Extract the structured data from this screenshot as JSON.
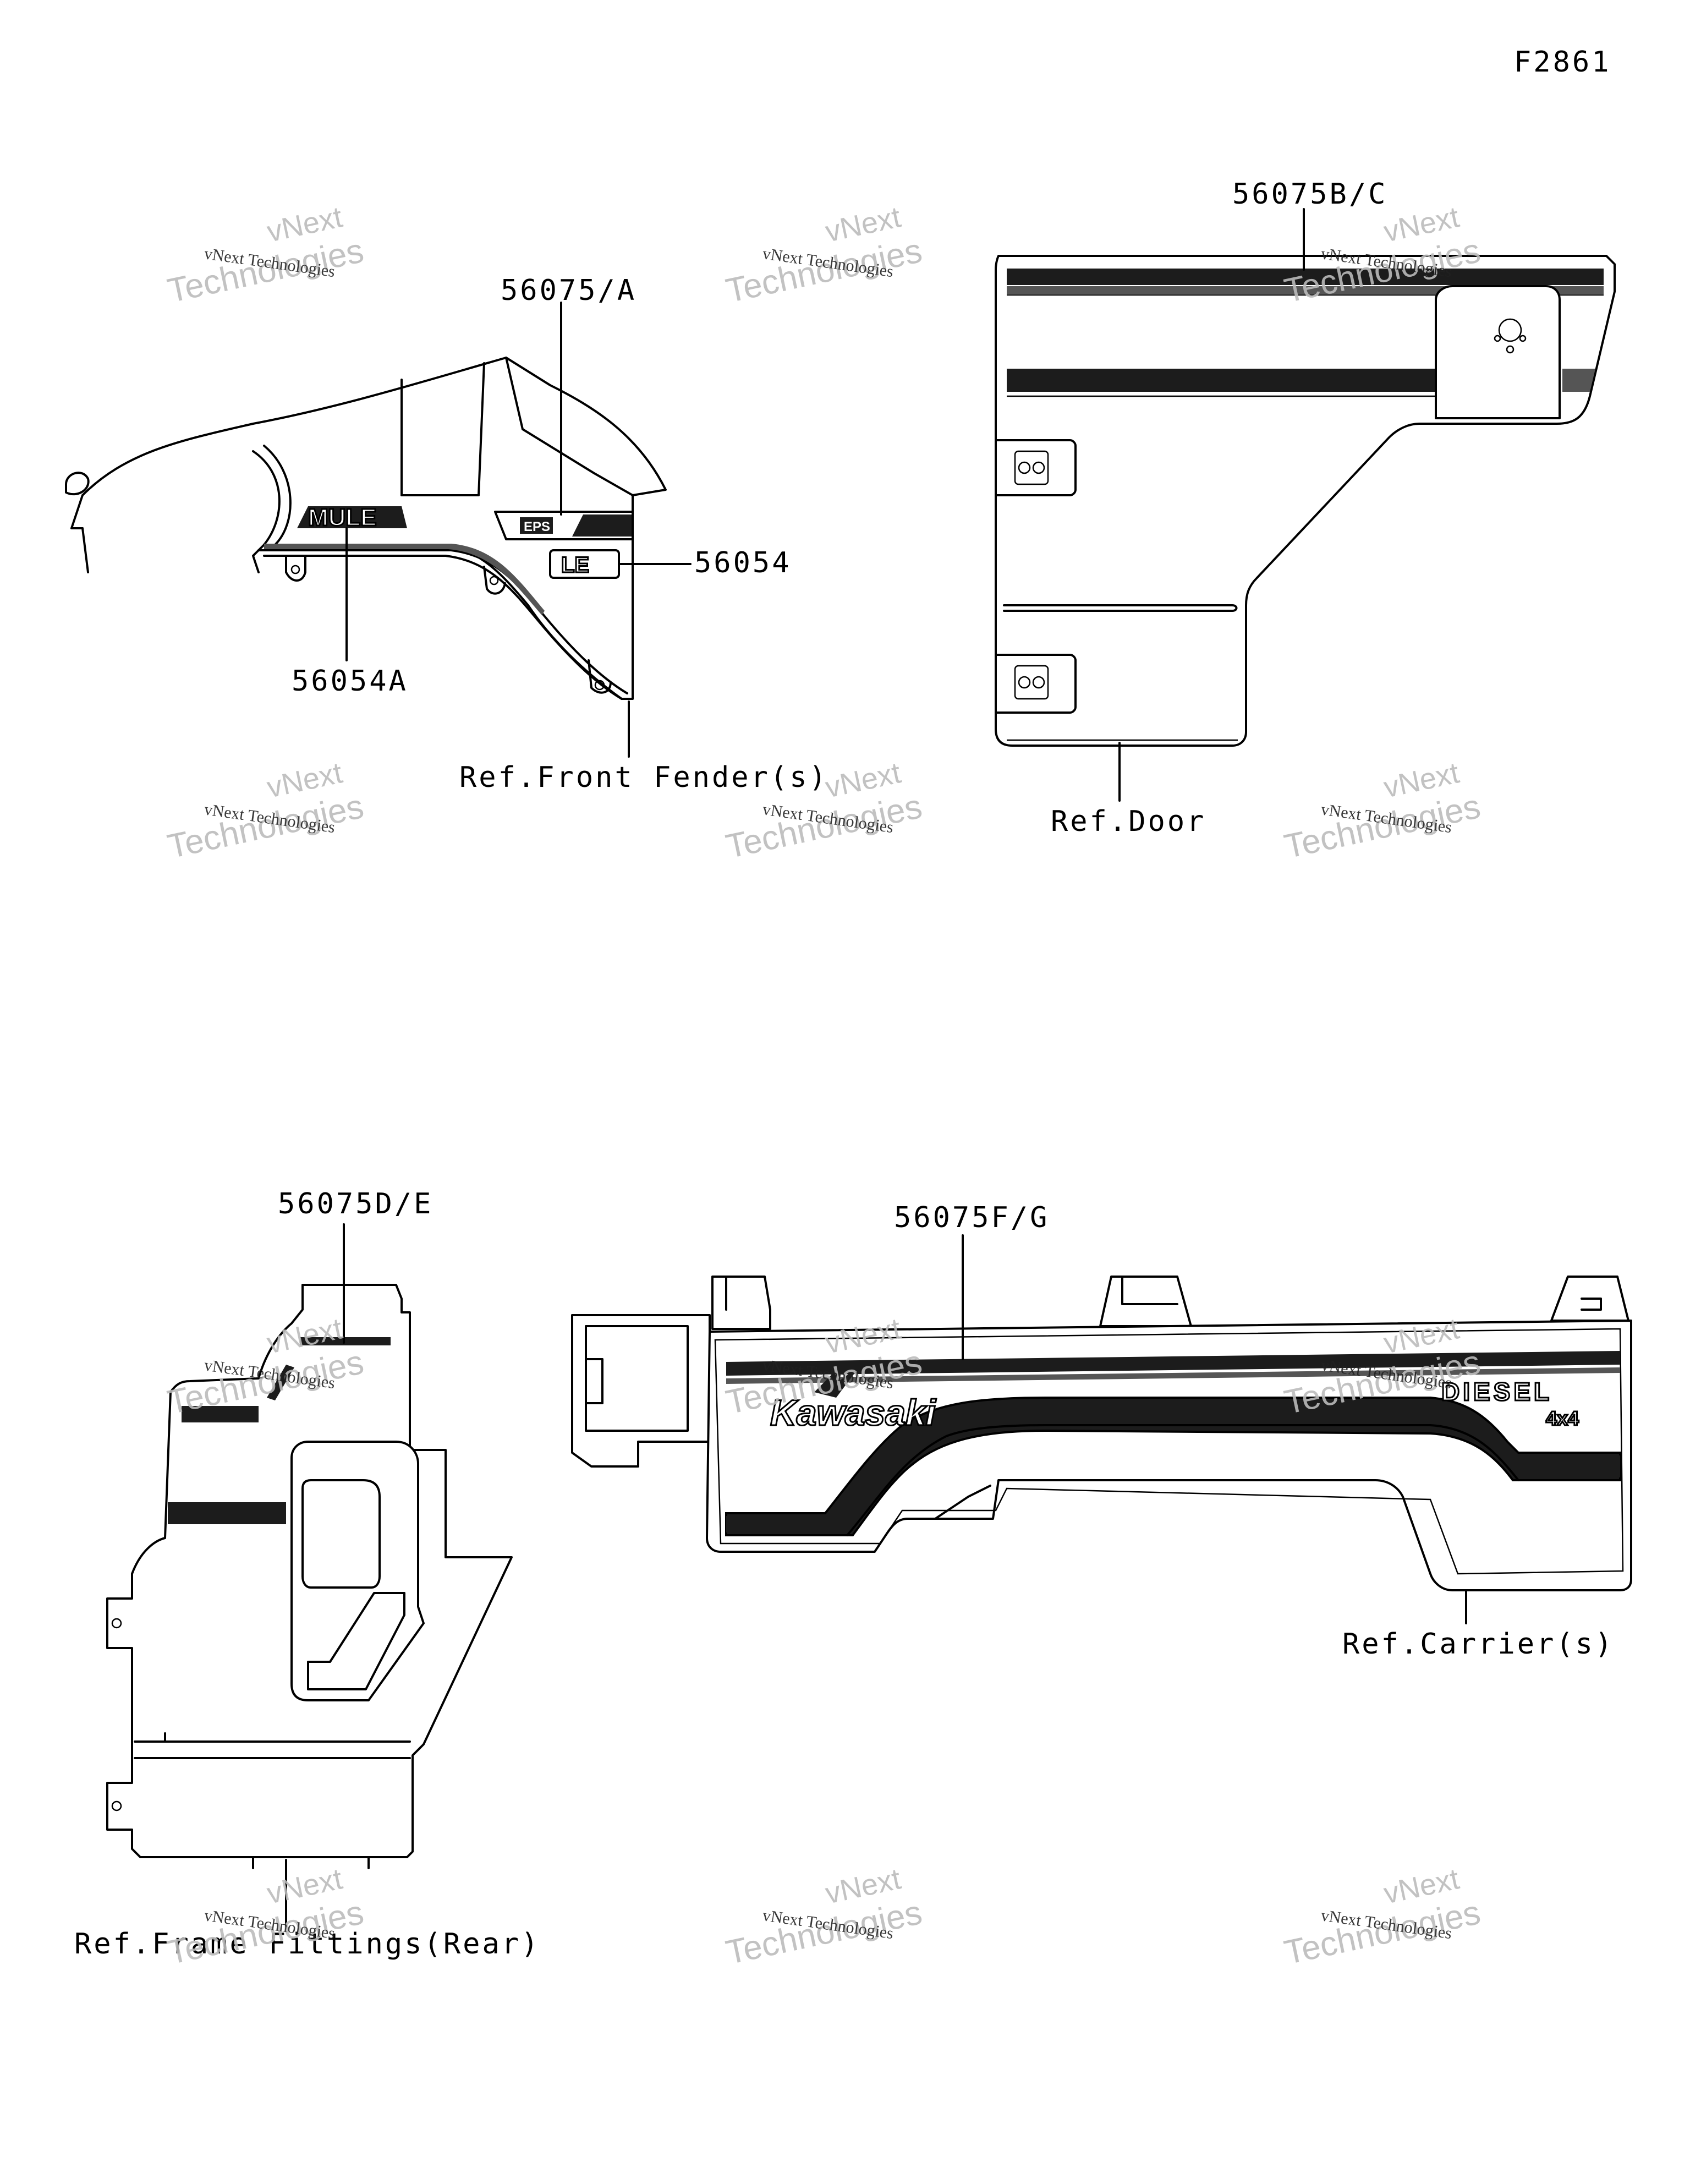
{
  "figure_code": "F2861",
  "callouts": {
    "fender_decal": "56075/A",
    "mule_decal": "56054A",
    "le_decal": "56054",
    "door_decal": "56075B/C",
    "rear_frame_decal": "56075D/E",
    "carrier_decal": "56075F/G"
  },
  "references": {
    "front_fender": "Ref.Front Fender(s)",
    "door": "Ref.Door",
    "frame_fittings": "Ref.Frame Fittings(Rear)",
    "carrier": "Ref.Carrier(s)"
  },
  "decal_text": {
    "mule": "MULE",
    "eps": "EPS",
    "le": "LE",
    "brand": "Kawasaki",
    "diesel": "DIESEL",
    "drive": "4x4"
  },
  "watermark": {
    "line1": "vNext Technologies",
    "line2": "vNext",
    "line3": "Technologies"
  },
  "colors": {
    "line": "#000000",
    "background": "#ffffff",
    "watermark": "#bbbbbb"
  }
}
